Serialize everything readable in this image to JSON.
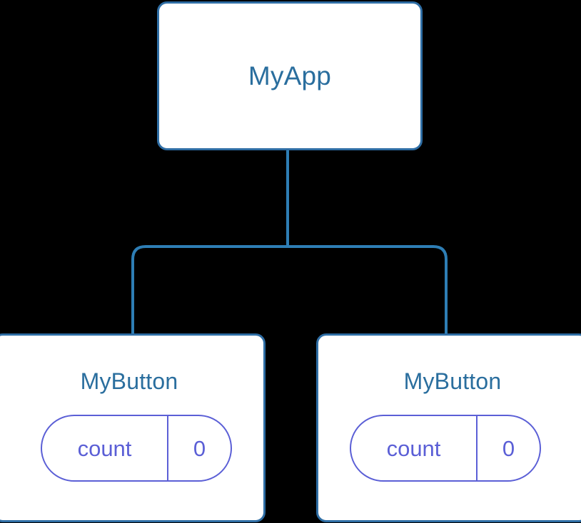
{
  "diagram": {
    "type": "component-tree",
    "background_color": "#000000",
    "node_fill": "#ffffff",
    "node_border_color": "#2e6da4",
    "node_label_color": "#2a6e9e",
    "edge_color": "#2e7eb5",
    "state_color": "#5b5fd6"
  },
  "root": {
    "label": "MyApp"
  },
  "children": [
    {
      "label": "MyButton",
      "state": {
        "key": "count",
        "value": "0"
      }
    },
    {
      "label": "MyButton",
      "state": {
        "key": "count",
        "value": "0"
      }
    }
  ]
}
